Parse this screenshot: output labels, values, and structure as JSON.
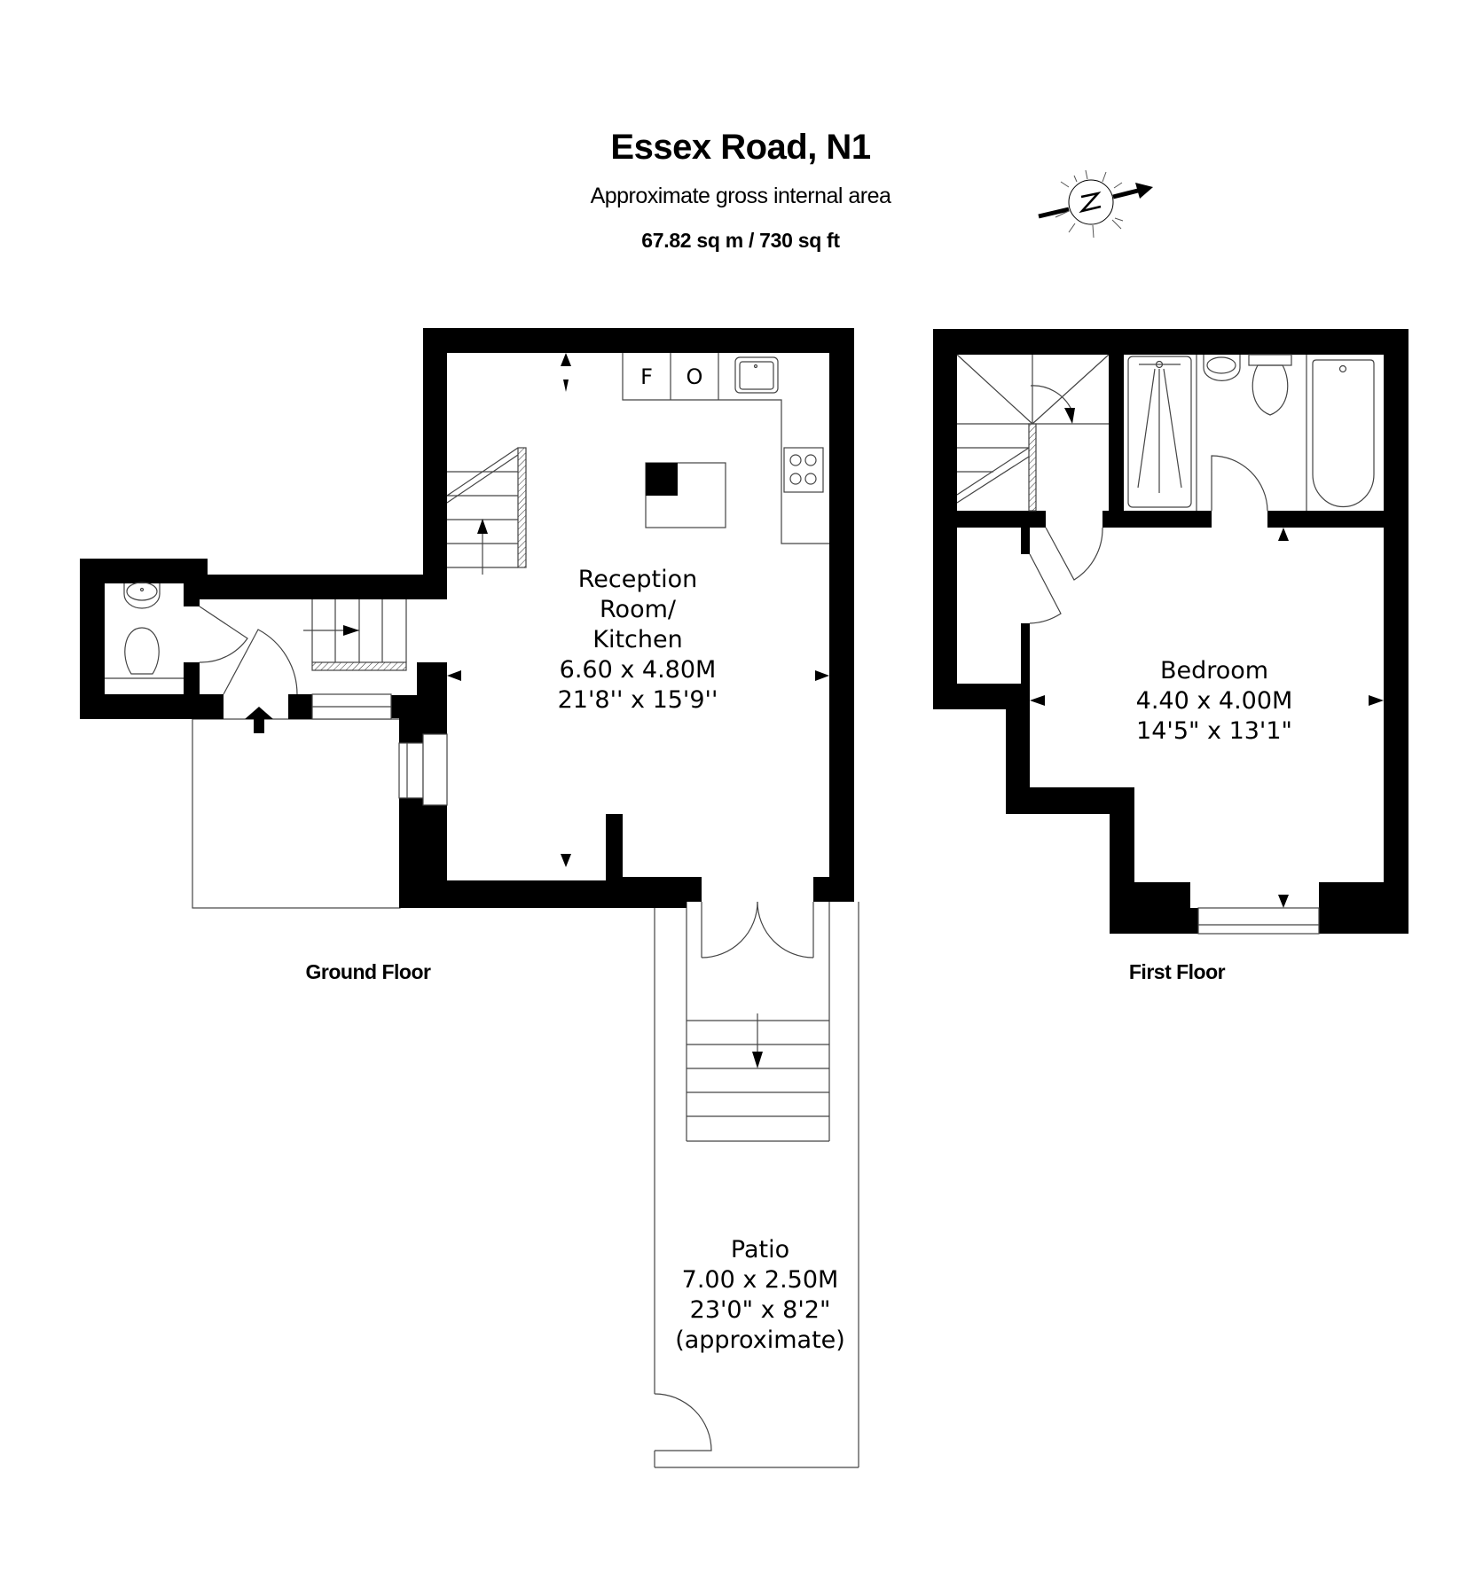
{
  "header": {
    "title": "Essex Road, N1",
    "subtitle": "Approximate gross internal area",
    "area": "67.82 sq m / 730 sq ft"
  },
  "compass": {
    "icon": "north-compass-icon",
    "label": "N"
  },
  "floors": [
    {
      "label": "Ground Floor",
      "rooms": [
        {
          "name_lines": [
            "Reception",
            "Room/",
            "Kitchen"
          ],
          "metric": "6.60 x 4.80M",
          "imperial": "21'8'' x 15'9''"
        },
        {
          "name_lines": [
            "Patio"
          ],
          "metric": "7.00 x 2.50M",
          "imperial": "23'0\" x 8'2\"",
          "note": "(approximate)"
        }
      ],
      "fixtures": {
        "fridge": "F",
        "oven": "O"
      }
    },
    {
      "label": "First Floor",
      "rooms": [
        {
          "name_lines": [
            "Bedroom"
          ],
          "metric": "4.40 x 4.00M",
          "imperial": "14'5\" x 13'1\""
        }
      ]
    }
  ],
  "colors": {
    "wall": "#000000",
    "line": "#3a3a3a",
    "background": "#ffffff"
  }
}
